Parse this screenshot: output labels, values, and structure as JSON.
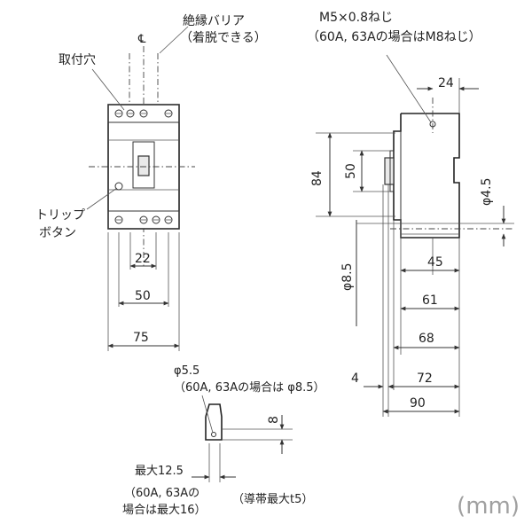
{
  "labels": {
    "barrier": "絶縁バリア",
    "barrier_sub": "（着脱できる）",
    "mount_hole": "取付穴",
    "trip_button_1": "トリップ",
    "trip_button_2": "ボタン",
    "centerline": "℄",
    "screw": "M5×0.8ねじ",
    "screw_note": "（60A, 63Aの場合はM8ねじ）",
    "hole": "φ5.5",
    "hole_note": "（60A, 63Aの場合は φ8.5）",
    "max_width": "最大12.5",
    "max_note_1": "（60A, 63Aの",
    "max_note_2": "場合は最大16）",
    "conductor": "（導帯最大t5）",
    "unit": "(mm)"
  },
  "dimensions": {
    "d22": "22",
    "d50_front": "50",
    "d75": "75",
    "d24": "24",
    "d84": "84",
    "d50_side": "50",
    "d4_5": "φ4.5",
    "d8_5": "φ8.5",
    "d45": "45",
    "d61": "61",
    "d68": "68",
    "d72": "72",
    "d4": "4",
    "d90": "90",
    "d8": "8"
  }
}
